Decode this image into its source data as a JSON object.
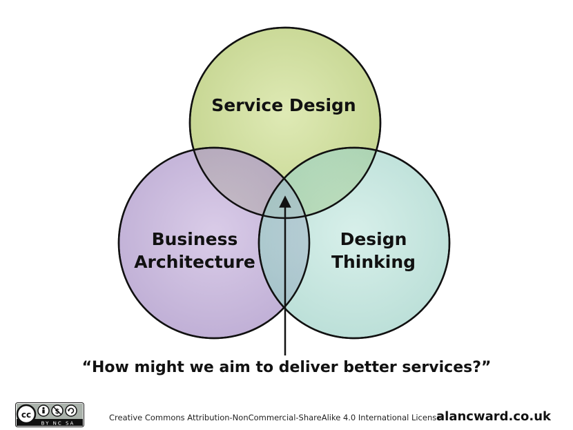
{
  "diagram": {
    "circles": [
      {
        "id": "service-design",
        "lines": [
          "Service Design"
        ],
        "fill": "#c9d98f"
      },
      {
        "id": "business-architecture",
        "lines": [
          "Business",
          "Architecture"
        ],
        "fill": "#bba4d3"
      },
      {
        "id": "design-thinking",
        "lines": [
          "Design",
          "Thinking"
        ],
        "fill": "#a6d9cf"
      }
    ],
    "question": "“How might we aim to deliver better services?”"
  },
  "footer": {
    "license_badge_text": "BY NC SA",
    "license": "Creative Commons Attribution-NonCommercial-ShareAlike 4.0 International License",
    "site": "alancward.co.uk"
  }
}
